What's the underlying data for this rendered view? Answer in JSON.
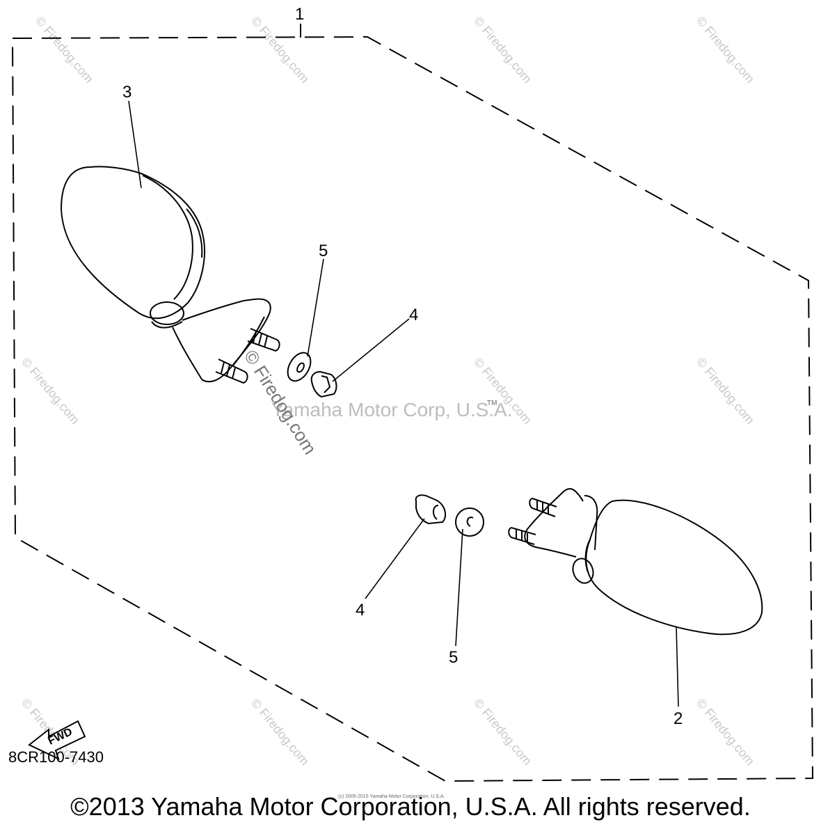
{
  "callouts": {
    "c1": "1",
    "c2": "2",
    "c3": "3",
    "c4a": "4",
    "c4b": "4",
    "c5a": "5",
    "c5b": "5"
  },
  "watermark": {
    "site": "© Firedog.com",
    "center_site": "© Firedog.com",
    "center_brand": "Yamaha Motor Corp, U.S.A.",
    "tm": "TM"
  },
  "arrow": {
    "label": "FWD"
  },
  "figure_code": "8CR100-7430",
  "tiny_notice": "(c) 2005-2015 Yamaha Motor Corporation, U.S.A.",
  "copyright": "©2013 Yamaha Motor Corporation, U.S.A. All rights reserved."
}
